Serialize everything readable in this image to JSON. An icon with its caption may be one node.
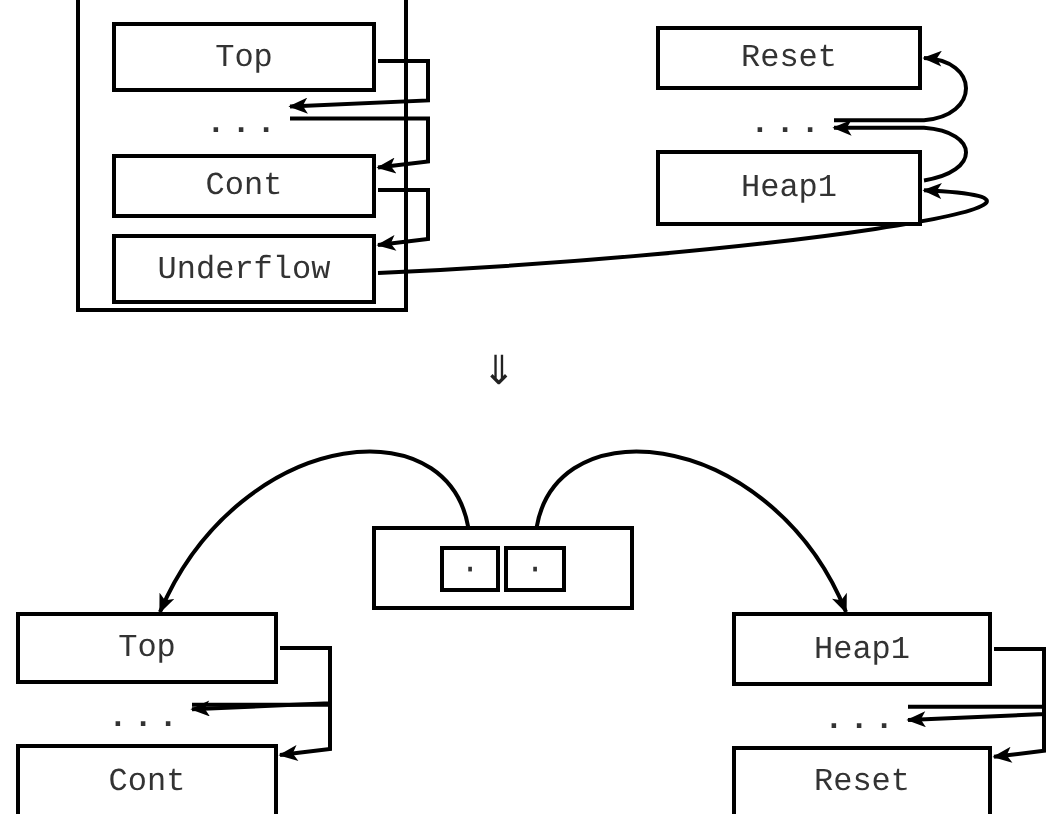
{
  "diagram": {
    "nodes": [
      {
        "text": [],
        "shape": "box"
      },
      {
        "text": [
          "Top"
        ],
        "in": 0
      },
      {
        "text": [
          "..."
        ],
        "in": 0
      },
      {
        "text": [
          "Cont"
        ],
        "in": 0
      },
      {
        "text": [
          "Underflow"
        ],
        "in": 0
      },
      {
        "text": [
          "Reset"
        ]
      },
      {
        "text": [
          "..."
        ]
      },
      {
        "text": [
          "Heap1"
        ]
      },
      {
        "text": [],
        "shape": "box"
      },
      {
        "text": [
          "·"
        ],
        "in": 8
      },
      {
        "text": [
          "·"
        ],
        "in": 8
      },
      {
        "text": [
          "Top"
        ]
      },
      {
        "text": [
          "..."
        ]
      },
      {
        "text": [
          "Cont"
        ]
      },
      {
        "text": [
          "Heap1"
        ]
      },
      {
        "text": [
          "..."
        ]
      },
      {
        "text": [
          "Reset"
        ]
      }
    ],
    "edges": [
      {
        "from": 1,
        "to": 2,
        "arrow": "to"
      },
      {
        "from": 2,
        "to": 3,
        "arrow": "to"
      },
      {
        "from": 3,
        "to": 4,
        "arrow": "to"
      },
      {
        "from": 4,
        "to": 7,
        "arrow": "to"
      },
      {
        "from": 6,
        "to": 5,
        "arrow": "to"
      },
      {
        "from": 7,
        "to": 6,
        "arrow": "to"
      },
      {
        "from": 9,
        "to": 11,
        "arrow": "to"
      },
      {
        "from": 10,
        "to": 14,
        "arrow": "to"
      },
      {
        "from": 11,
        "to": 12,
        "arrow": "to"
      },
      {
        "from": 12,
        "to": 13,
        "arrow": "to"
      },
      {
        "from": 14,
        "to": 15,
        "arrow": "to"
      },
      {
        "from": 15,
        "to": 16,
        "arrow": "to"
      }
    ],
    "labels": [
      "⇓"
    ]
  }
}
